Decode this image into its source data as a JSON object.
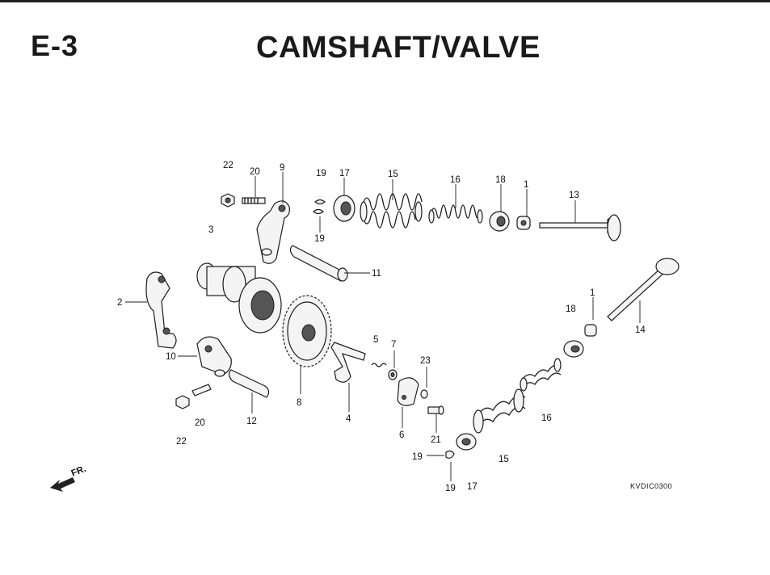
{
  "header": {
    "section_code": "E-3",
    "title": "CAMSHAFT/VALVE"
  },
  "diagram": {
    "callouts": [
      "22",
      "20",
      "9",
      "19",
      "17",
      "15",
      "16",
      "18",
      "1",
      "13",
      "3",
      "19",
      "11",
      "2",
      "10",
      "8",
      "5",
      "7",
      "23",
      "4",
      "6",
      "21",
      "12",
      "20",
      "22",
      "18",
      "1",
      "14",
      "16",
      "15",
      "19",
      "19",
      "17"
    ],
    "direction_label": "FR.",
    "drawing_code": "KVDIC0300"
  }
}
